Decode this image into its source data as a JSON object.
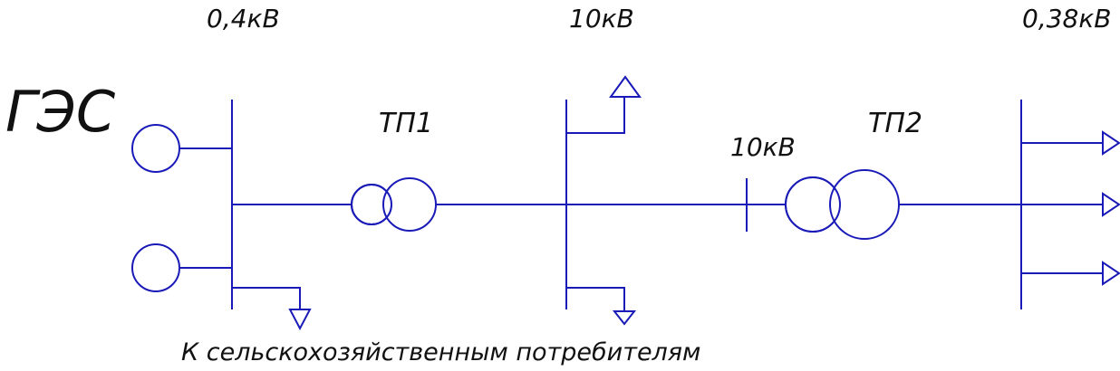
{
  "labels": {
    "bus1_voltage": "0,4кВ",
    "bus2_voltage": "10кВ",
    "bus3_voltage": "0,38кВ",
    "line_voltage": "10кВ",
    "station": "ГЭС",
    "tp1": "ТП1",
    "tp2": "ТП2",
    "consumers": "К сельскохозяйственным потребителям"
  },
  "colors": {
    "wire": "#1a1ab8",
    "text": "#111111",
    "background": "#ffffff"
  }
}
